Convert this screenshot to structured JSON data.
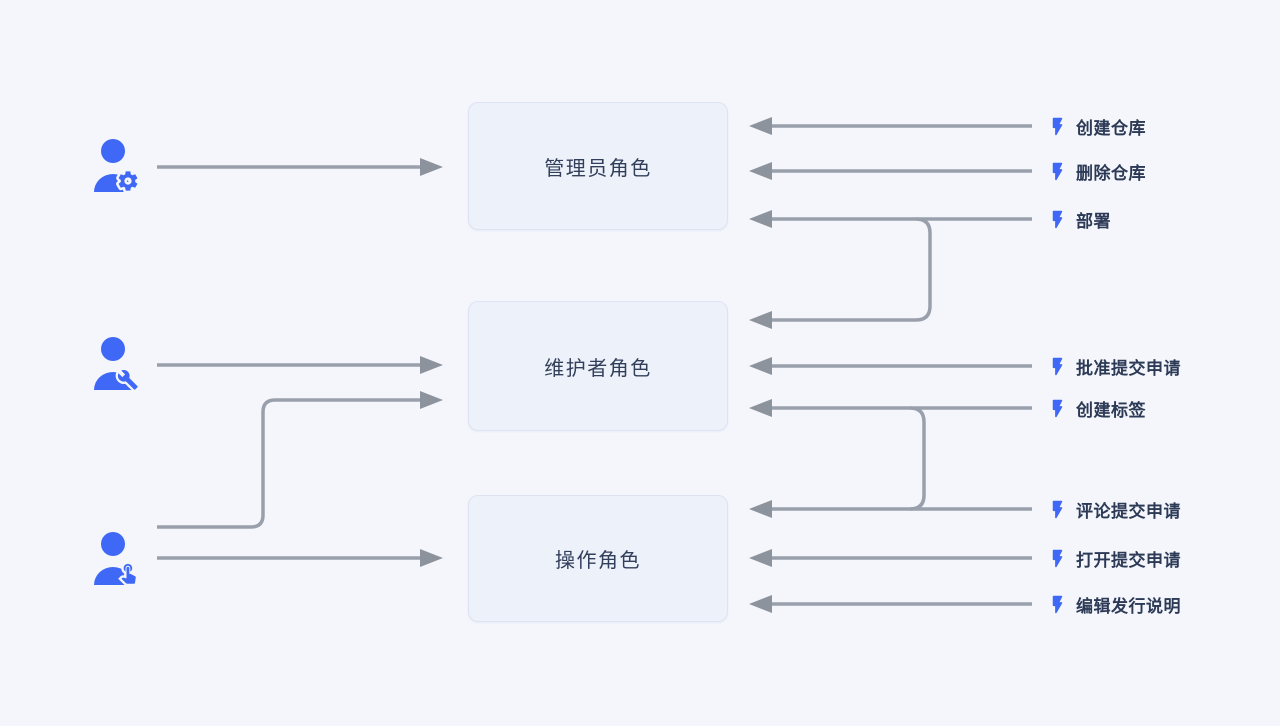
{
  "diagram": {
    "roles": [
      {
        "id": "admin",
        "label": "管理员角色"
      },
      {
        "id": "maintainer",
        "label": "维护者角色"
      },
      {
        "id": "operator",
        "label": "操作角色"
      }
    ],
    "users": [
      {
        "id": "admin-user",
        "badge": "gear",
        "points_to": [
          "管理员角色"
        ]
      },
      {
        "id": "maintainer-user",
        "badge": "wrench",
        "points_to": [
          "维护者角色"
        ]
      },
      {
        "id": "operator-user",
        "badge": "touch",
        "points_to": [
          "维护者角色",
          "操作角色"
        ]
      }
    ],
    "permissions": [
      {
        "id": "create-repo",
        "label": "创建仓库",
        "icon": "lightning-icon",
        "target_roles": [
          "管理员角色"
        ]
      },
      {
        "id": "delete-repo",
        "label": "删除仓库",
        "icon": "lightning-icon",
        "target_roles": [
          "管理员角色"
        ]
      },
      {
        "id": "deploy",
        "label": "部署",
        "icon": "lightning-icon",
        "target_roles": [
          "管理员角色",
          "维护者角色"
        ]
      },
      {
        "id": "approve-pr",
        "label": "批准提交申请",
        "icon": "lightning-icon",
        "target_roles": [
          "维护者角色"
        ]
      },
      {
        "id": "create-tag",
        "label": "创建标签",
        "icon": "lightning-icon",
        "target_roles": [
          "维护者角色",
          "操作角色"
        ]
      },
      {
        "id": "comment-pr",
        "label": "评论提交申请",
        "icon": "lightning-icon",
        "target_roles": [
          "操作角色"
        ]
      },
      {
        "id": "open-pr",
        "label": "打开提交申请",
        "icon": "lightning-icon",
        "target_roles": [
          "操作角色"
        ]
      },
      {
        "id": "edit-release-notes",
        "label": "编辑发行说明",
        "icon": "lightning-icon",
        "target_roles": [
          "操作角色"
        ]
      }
    ],
    "colors": {
      "background": "#f4f6fc",
      "box_fill": "#edf1fa",
      "box_border": "#dde3f3",
      "text": "#323f5b",
      "connector": "#9aa0ab",
      "accent_blue": "#3e68f5"
    }
  }
}
